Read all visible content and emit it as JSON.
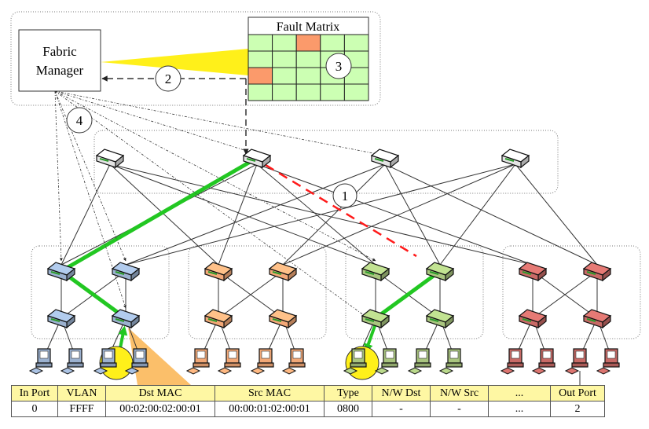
{
  "fabric_manager": {
    "label_line1": "Fabric",
    "label_line2": "Manager"
  },
  "fault_matrix": {
    "title": "Fault Matrix",
    "rows": 4,
    "cols": 5,
    "faulty_cells": [
      [
        0,
        2
      ],
      [
        2,
        0
      ]
    ],
    "ok_color": "#ccffb3",
    "fault_color": "#fb9a6b"
  },
  "step_markers": [
    "1",
    "2",
    "3",
    "4"
  ],
  "pods": [
    {
      "name": "pod-1",
      "color": "#9bb1cf"
    },
    {
      "name": "pod-2",
      "color": "#f2a877"
    },
    {
      "name": "pod-3",
      "color": "#a9c57f"
    },
    {
      "name": "pod-4",
      "color": "#c86a66"
    }
  ],
  "colors": {
    "active_path": "#22c722",
    "failed_link": "#ff1a1a",
    "highlight": "#fff01a",
    "flow_wedge": "#fbbf6a"
  },
  "flow_table": {
    "headers": [
      "In Port",
      "VLAN",
      "Dst MAC",
      "Src MAC",
      "Type",
      "N/W Dst",
      "N/W Src",
      "...",
      "Out Port"
    ],
    "values": [
      "0",
      "FFFF",
      "00:02:00:02:00:01",
      "00:00:01:02:00:01",
      "0800",
      "-",
      "-",
      "...",
      "2"
    ]
  }
}
